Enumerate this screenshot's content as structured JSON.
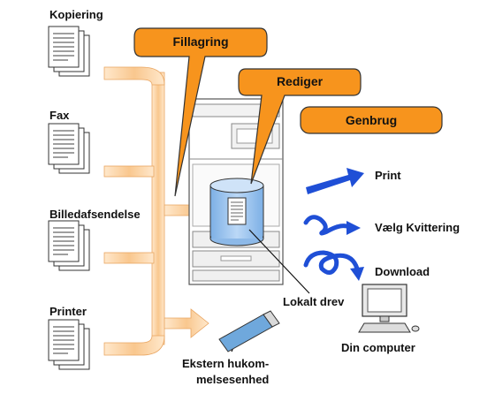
{
  "sources": {
    "copy": "Kopiering",
    "fax": "Fax",
    "image_send": "Billedafsendelse",
    "printer": "Printer"
  },
  "callouts": {
    "filing": "Fillagring",
    "edit": "Rediger",
    "reuse": "Genbrug"
  },
  "outputs": {
    "print": "Print",
    "select_receipt": "Vælg Kvittering",
    "download": "Download"
  },
  "storage": {
    "local_drive": "Lokalt drev",
    "external_line1": "Ekstern hukom-",
    "external_line2": "melsesenhed"
  },
  "computer": {
    "label": "Din computer"
  },
  "colors": {
    "orange": "#F7941D",
    "orange_flow": "#FAD3A8",
    "blue": "#1F4FD6",
    "cylinder": "#9CC4EE",
    "external": "#6FA8DC"
  }
}
